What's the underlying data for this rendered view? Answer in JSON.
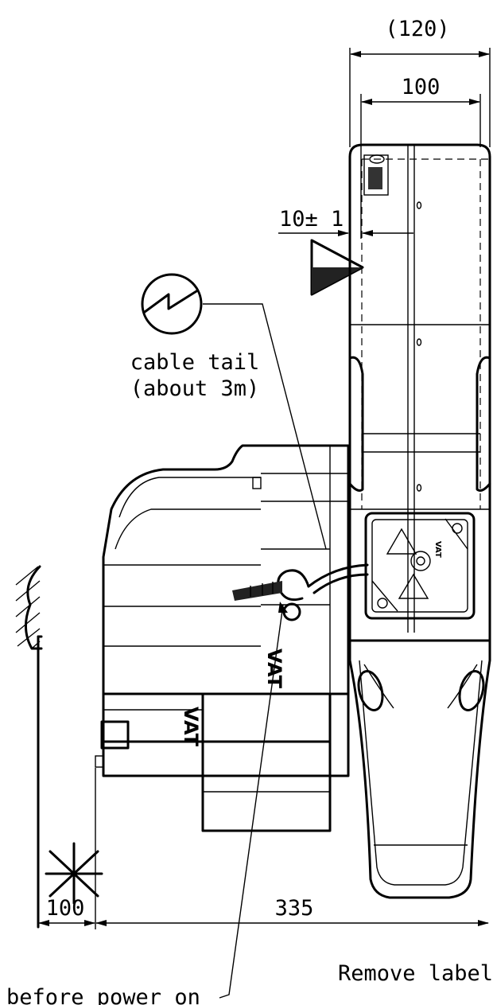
{
  "dimensions": {
    "overall_width": "(120)",
    "body_width": "100",
    "offset": "10± 1",
    "left_clearance": "100",
    "overall_length": "335"
  },
  "labels": {
    "cable_tail_line1": "cable tail",
    "cable_tail_line2": "(about 3m)",
    "remove_label": "Remove label b",
    "power_on_note": "before power on"
  },
  "logos": {
    "brand": "VAT"
  }
}
